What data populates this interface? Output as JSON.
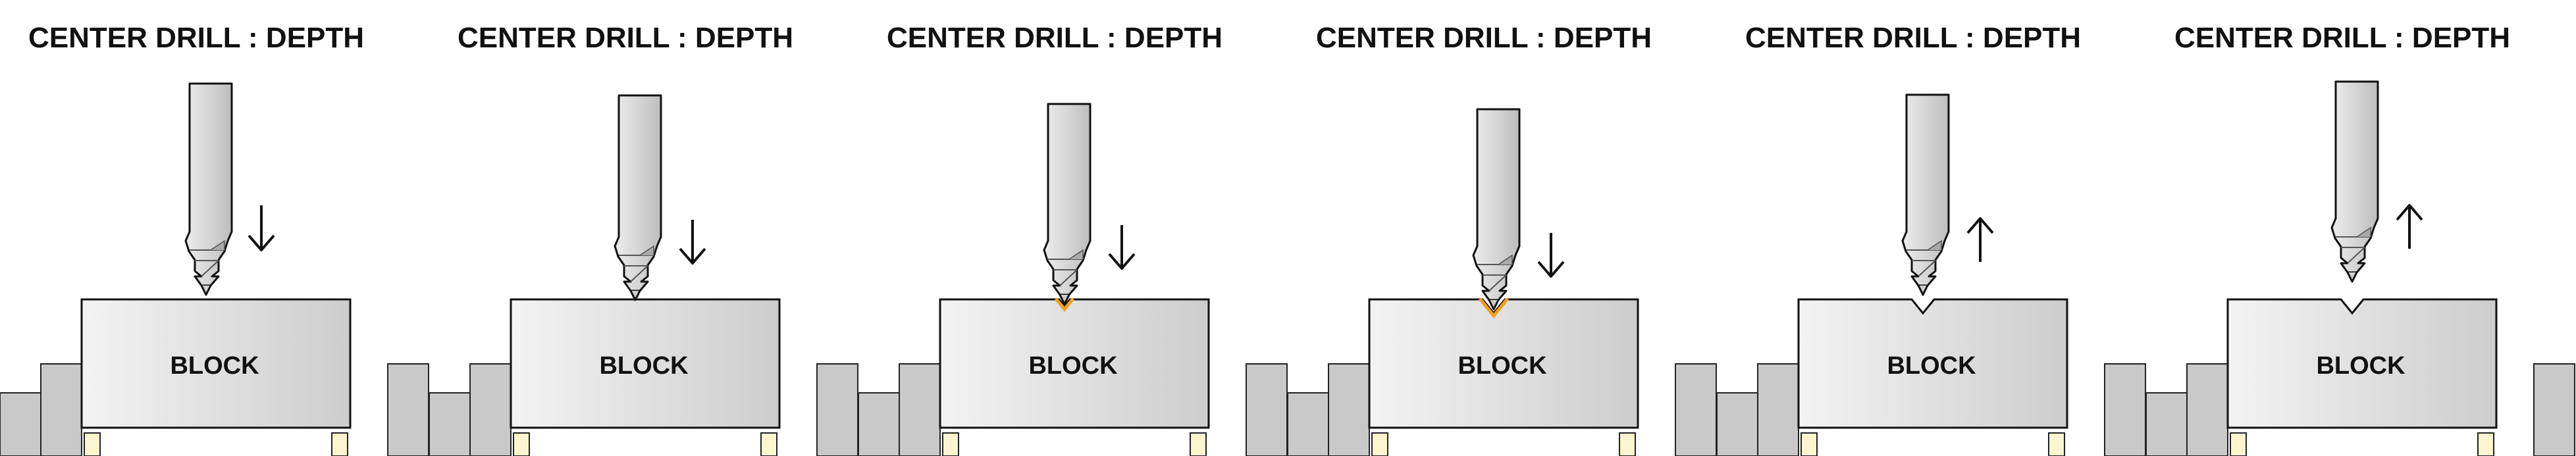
{
  "panels": [
    {
      "title": "CENTER DRILL : DEPTH",
      "block_label": "BLOCK",
      "tool_direction": "down",
      "drill_depth": "none"
    },
    {
      "title": "CENTER DRILL : DEPTH",
      "block_label": "BLOCK",
      "tool_direction": "down",
      "drill_depth": "touch"
    },
    {
      "title": "CENTER DRILL : DEPTH",
      "block_label": "BLOCK",
      "tool_direction": "down",
      "drill_depth": "shallow"
    },
    {
      "title": "CENTER DRILL : DEPTH",
      "block_label": "BLOCK",
      "tool_direction": "down",
      "drill_depth": "full"
    },
    {
      "title": "CENTER DRILL : DEPTH",
      "block_label": "BLOCK",
      "tool_direction": "up",
      "drill_depth": "retracted"
    },
    {
      "title": "CENTER DRILL : DEPTH",
      "block_label": "BLOCK",
      "tool_direction": "up",
      "drill_depth": "retracted"
    }
  ],
  "colors": {
    "chip": "#f0a020",
    "support": "#fbf6cf",
    "vise": "#c8c8c8",
    "block_light": "#f2f2f2",
    "block_dark": "#cfcfcf"
  }
}
